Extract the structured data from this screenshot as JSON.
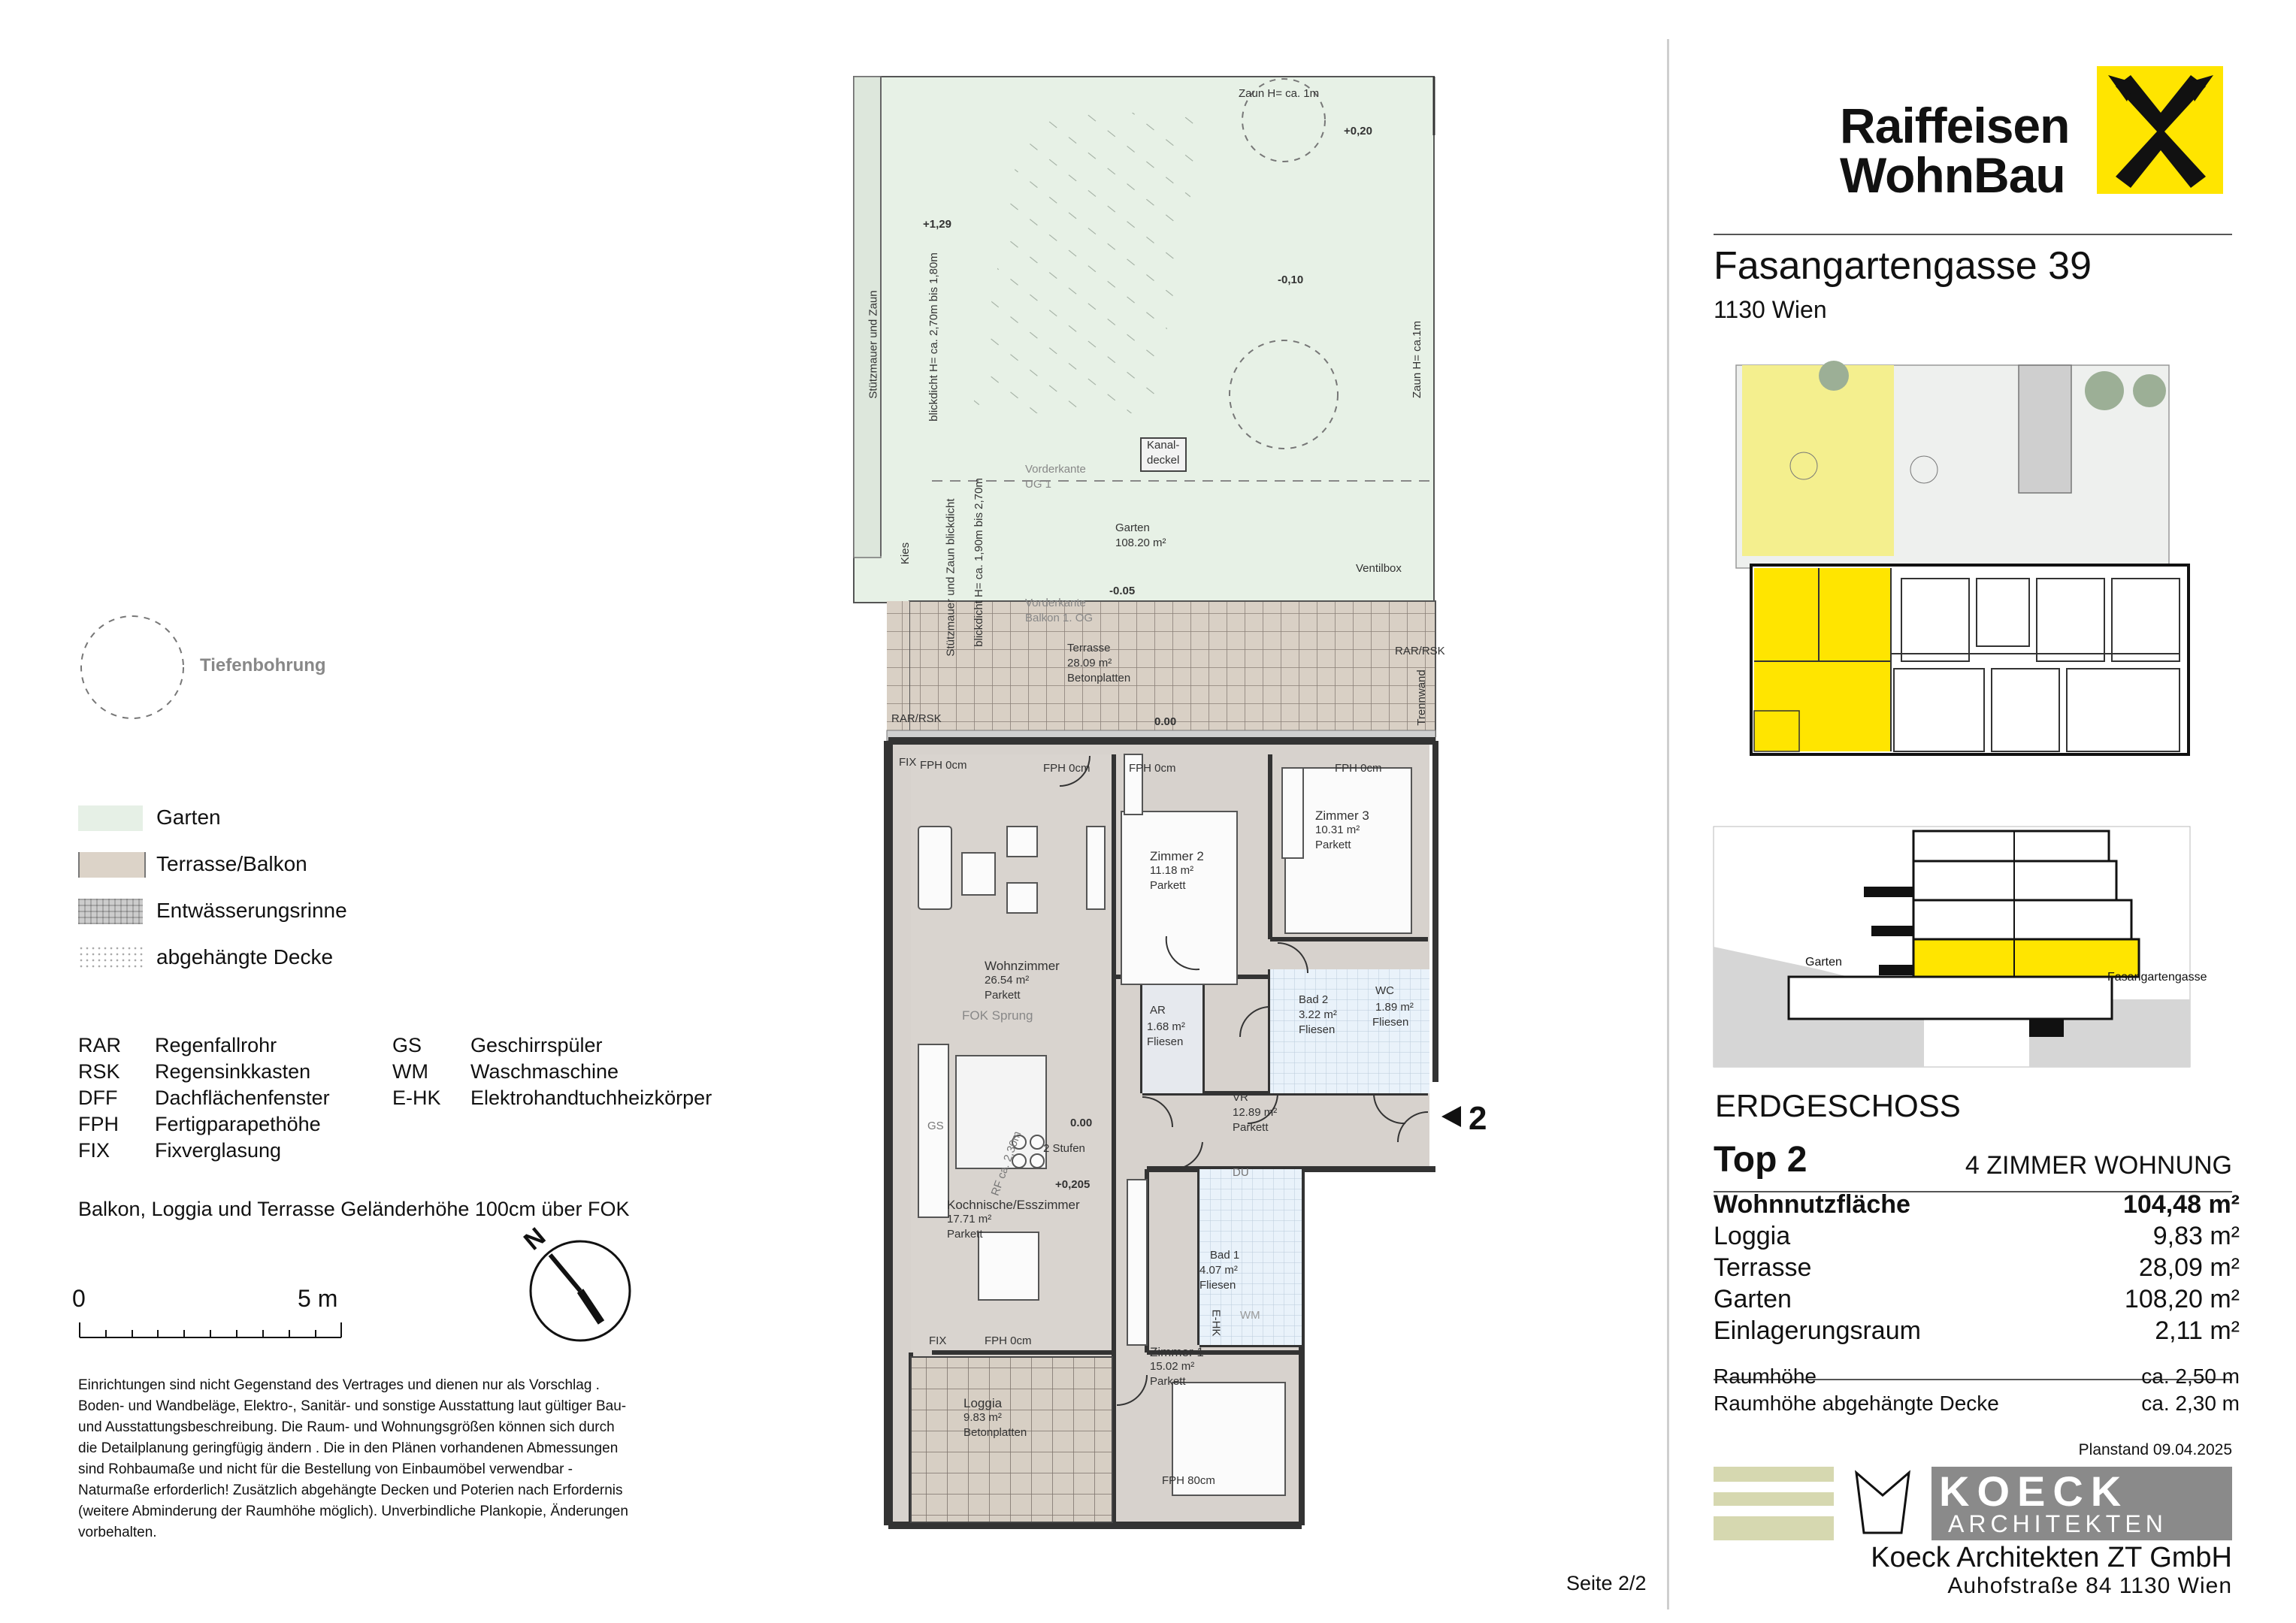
{
  "brand": {
    "logo_line1": "Raiffeisen",
    "logo_line2": "WohnBau",
    "brand_color": "#ffe500"
  },
  "address": {
    "street": "Fasangartengasse 39",
    "city": "1130 Wien"
  },
  "section_labels": {
    "garten": "Garten",
    "street": "Fasangartengasse"
  },
  "floor": "ERDGESCHOSS",
  "unit": {
    "top": "Top 2",
    "type": "4 ZIMMER WOHNUNG"
  },
  "areas": [
    {
      "label": "Wohnnutzfläche",
      "value": "104,48 m²"
    },
    {
      "label": "Loggia",
      "value": "9,83 m²"
    },
    {
      "label": "Terrasse",
      "value": "28,09 m²"
    },
    {
      "label": "Garten",
      "value": "108,20 m²"
    },
    {
      "label": "Einlagerungsraum",
      "value": "2,11 m²"
    }
  ],
  "heights": [
    {
      "label": "Raumhöhe",
      "value": "ca. 2,50 m"
    },
    {
      "label": "Raumhöhe abgehängte Decke",
      "value": "ca. 2,30 m"
    }
  ],
  "planstand": "Planstand 09.04.2025",
  "architect": {
    "logo_top": "KOECK",
    "logo_bottom": "ARCHITEKTEN",
    "name": "Koeck Architekten ZT GmbH",
    "address": "Auhofstraße 84 1130 Wien"
  },
  "page": "Seite 2/2",
  "tiefenbohrung": "Tiefenbohrung",
  "legend": [
    {
      "label": "Garten",
      "color": "#e6f0e6"
    },
    {
      "label": "Terrasse/Balkon",
      "color": "#dcd3c8"
    },
    {
      "label": "Entwässerungsrinne",
      "color": "#cfcfcf"
    },
    {
      "label": "abgehängte Decke",
      "color": "#ffffff"
    }
  ],
  "abbreviations_left": [
    {
      "code": "RAR",
      "text": "Regenfallrohr"
    },
    {
      "code": "RSK",
      "text": "Regensinkkasten"
    },
    {
      "code": "DFF",
      "text": "Dachflächenfenster"
    },
    {
      "code": "FPH",
      "text": "Fertigparapethöhe"
    },
    {
      "code": "FIX",
      "text": "Fixverglasung"
    }
  ],
  "abbreviations_right": [
    {
      "code": "GS",
      "text": "Geschirrspüler"
    },
    {
      "code": "WM",
      "text": "Waschmaschine"
    },
    {
      "code": "E-HK",
      "text": "Elektrohandtuchheizkörper"
    }
  ],
  "railing_note": "Balkon,  Loggia und Terrasse Geländerhöhe 100cm über FOK",
  "scale": {
    "zero": "0",
    "five": "5 m"
  },
  "disclaimer": "Einrichtungen sind nicht Gegenstand des Vertrages und dienen nur als Vorschlag . Boden- und Wandbeläge, Elektro-, Sanitär- und sonstige Ausstattung laut gültiger Bau- und Ausstattungsbeschreibung. Die Raum- und Wohnungsgrößen können sich durch die Detailplanung geringfügig ändern . Die in den Plänen vorhandenen Abmessungen sind Rohbaumaße und nicht für die Bestellung von Einbaumöbel verwendbar - Naturmaße erforderlich! Zusätzlich abgehängte Decken und Poterien nach Erfordernis (weitere Abminderung der Raumhöhe möglich). Unverbindliche Plankopie, Änderungen vorbehalten.",
  "plan": {
    "rooms": [
      {
        "name": "Garten",
        "area": "108.20 m²",
        "floor": ""
      },
      {
        "name": "Terrasse",
        "area": "28.09 m²",
        "floor": "Betonplatten"
      },
      {
        "name": "Wohnzimmer",
        "area": "26.54 m²",
        "floor": "Parkett"
      },
      {
        "name": "Zimmer 2",
        "area": "11.18 m²",
        "floor": "Parkett"
      },
      {
        "name": "Zimmer 3",
        "area": "10.31 m²",
        "floor": "Parkett"
      },
      {
        "name": "AR",
        "area": "1.68 m²",
        "floor": "Fliesen"
      },
      {
        "name": "Bad 2",
        "area": "3.22 m²",
        "floor": "Fliesen"
      },
      {
        "name": "WC",
        "area": "1.89 m²",
        "floor": "Fliesen"
      },
      {
        "name": "VR",
        "area": "12.89 m²",
        "floor": "Parkett"
      },
      {
        "name": "Kochnische/Esszimmer",
        "area": "17.71 m²",
        "floor": "Parkett"
      },
      {
        "name": "Bad 1",
        "area": "4.07 m²",
        "floor": "Fliesen"
      },
      {
        "name": "Zimmer 1",
        "area": "15.02 m²",
        "floor": "Parkett"
      },
      {
        "name": "Loggia",
        "area": "9.83 m²",
        "floor": "Betonplatten"
      }
    ],
    "levels": [
      "+1,29",
      "+0,20",
      "-0,10",
      "-0.05",
      "0.00",
      "0.00",
      "+0,205"
    ],
    "labels": {
      "zaun_top": "Zaun H= ca. 1m",
      "zaun_right": "Zaun H= ca.1m",
      "stuetz1": "Stützmauer und Zaun",
      "stuetz1b": "blickdicht H= ca. 2,70m bis 1,80m",
      "stuetz2": "Stützmauer und Zaun blickdicht",
      "stuetz2b": "blickdicht H= ca. 1,90m bis 2,70m",
      "kanal1": "Kanal-",
      "kanal2": "deckel",
      "vorderkante1": "Vorderkante",
      "vorderkante1b": "UG 1",
      "vorderkante2": "Vorderkante",
      "vorderkante2b": "Balkon 1. OG",
      "ventilbox": "Ventilbox",
      "kies": "Kies",
      "rar_rsk": "RAR/RSK",
      "trennwand": "Trennwand",
      "fix": "FIX",
      "fph0": "FPH 0cm",
      "fph80": "FPH 80cm",
      "fok_sprung": "FOK Sprung",
      "stufen": "2 Stufen",
      "rf": "RF ca. 2,30m",
      "gs": "GS",
      "du": "DU",
      "wm": "WM",
      "ehk": "E-HK",
      "entrance": "2"
    }
  }
}
